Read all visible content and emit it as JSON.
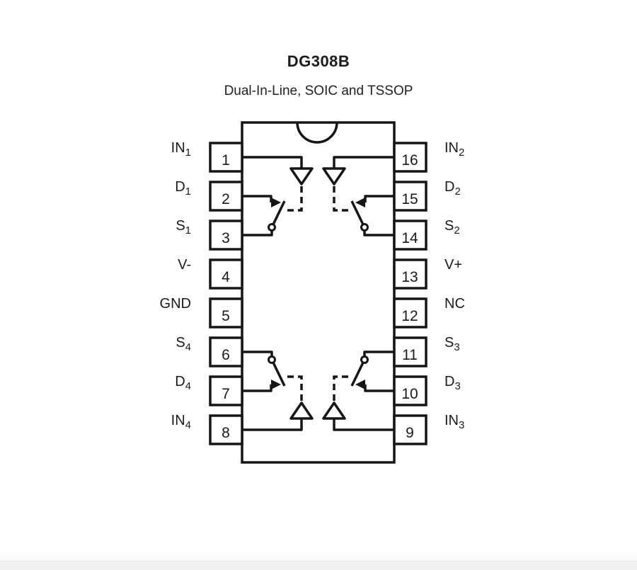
{
  "figure": {
    "title": "DG308B",
    "subtitle": "Dual-In-Line, SOIC and TSSOP"
  },
  "chip": {
    "left_pins": [
      {
        "number": "1",
        "label_base": "IN",
        "label_sub": "1"
      },
      {
        "number": "2",
        "label_base": "D",
        "label_sub": "1"
      },
      {
        "number": "3",
        "label_base": "S",
        "label_sub": "1"
      },
      {
        "number": "4",
        "label_base": "V-",
        "label_sub": ""
      },
      {
        "number": "5",
        "label_base": "GND",
        "label_sub": ""
      },
      {
        "number": "6",
        "label_base": "S",
        "label_sub": "4"
      },
      {
        "number": "7",
        "label_base": "D",
        "label_sub": "4"
      },
      {
        "number": "8",
        "label_base": "IN",
        "label_sub": "4"
      }
    ],
    "right_pins": [
      {
        "number": "16",
        "label_base": "IN",
        "label_sub": "2"
      },
      {
        "number": "15",
        "label_base": "D",
        "label_sub": "2"
      },
      {
        "number": "14",
        "label_base": "S",
        "label_sub": "2"
      },
      {
        "number": "13",
        "label_base": "V+",
        "label_sub": ""
      },
      {
        "number": "12",
        "label_base": "NC",
        "label_sub": ""
      },
      {
        "number": "11",
        "label_base": "S",
        "label_sub": "3"
      },
      {
        "number": "10",
        "label_base": "D",
        "label_sub": "3"
      },
      {
        "number": "9",
        "label_base": "IN",
        "label_sub": "3"
      }
    ]
  },
  "colors": {
    "line": "#161616",
    "background": "#ffffff",
    "bottom_strip": "#f1f1f1"
  }
}
